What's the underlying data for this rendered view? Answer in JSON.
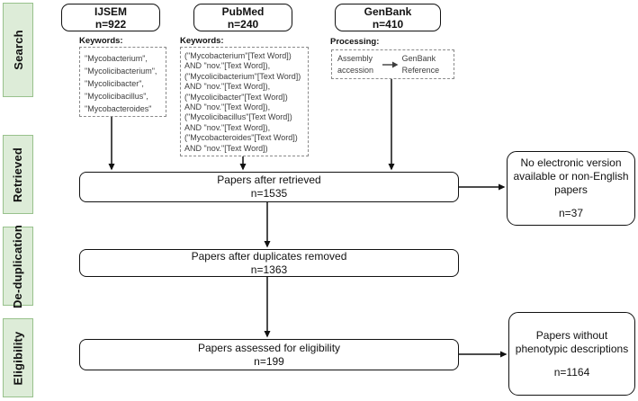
{
  "stages": [
    {
      "label": "Search"
    },
    {
      "label": "Retrieved"
    },
    {
      "label": "De-duplication"
    },
    {
      "label": "Eligibility"
    }
  ],
  "sources": [
    {
      "name": "IJSEM",
      "count": "n=922",
      "detail_label": "Keywords:",
      "details": [
        "\"Mycobacterium\",",
        "\"Mycolicibacterium\",",
        "\"Mycolicibacter\",",
        "\"Mycolicibacillus\",",
        "\"Mycobacteroides\""
      ]
    },
    {
      "name": "PubMed",
      "count": "n=240",
      "detail_label": "Keywords:",
      "details": [
        "(\"Mycobacterium\"[Text Word])",
        "AND \"nov.\"[Text Word]),",
        "(\"Mycolicibacterium\"[Text Word])",
        "AND \"nov.\"[Text Word]),",
        "(\"Mycolicibacter\"[Text Word])",
        "AND \"nov.\"[Text Word]),",
        "(\"Mycolicibacillus\"[Text Word])",
        "AND \"nov.\"[Text Word]),",
        "(\"Mycobacteroides\"[Text Word])",
        "AND \"nov.\"[Text Word])"
      ]
    },
    {
      "name": "GenBank",
      "count": "n=410",
      "detail_label": "Processing:",
      "process_from": "Assembly accession",
      "process_to": "GenBank Reference"
    }
  ],
  "flow": [
    {
      "title": "Papers after retrieved",
      "count": "n=1535"
    },
    {
      "title": "Papers after duplicates removed",
      "count": "n=1363"
    },
    {
      "title": "Papers assessed for eligibility",
      "count": "n=199"
    }
  ],
  "exclusions": [
    {
      "text": "No electronic version available or non-English papers",
      "count": "n=37"
    },
    {
      "text": "Papers without phenotypic descriptions",
      "count": "n=1164"
    }
  ],
  "colors": {
    "stage_fill": "#ddecd8",
    "stage_border": "#98c18c",
    "box_border": "#111111",
    "dashed_border": "#8a8a8a",
    "detail_text": "#3d3d3d"
  }
}
